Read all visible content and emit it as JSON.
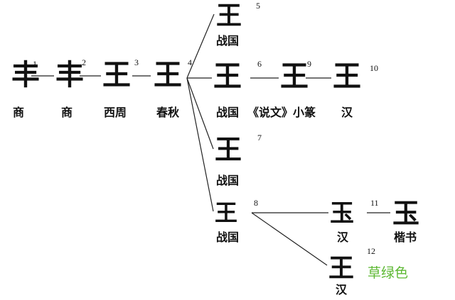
{
  "nodes": [
    {
      "id": "1",
      "glyph": "丰",
      "label": "商"
    },
    {
      "id": "2",
      "glyph": "丰",
      "label": "商"
    },
    {
      "id": "3",
      "glyph": "王",
      "label": "西周"
    },
    {
      "id": "4",
      "glyph": "王",
      "label": "春秋"
    },
    {
      "id": "5",
      "glyph": "王",
      "label": "战国"
    },
    {
      "id": "6",
      "glyph": "王",
      "label": "战国"
    },
    {
      "id": "9",
      "glyph": "王",
      "label": "《说文》小篆"
    },
    {
      "id": "10",
      "glyph": "王",
      "label": "汉"
    },
    {
      "id": "7",
      "glyph": "王",
      "label": "战国"
    },
    {
      "id": "8",
      "glyph": "王",
      "label": "战国"
    },
    {
      "id": "11",
      "glyph": "玉",
      "label": "汉"
    },
    {
      "id": "11b",
      "glyph": "玉",
      "label": "楷书"
    },
    {
      "id": "12",
      "glyph": "王",
      "label": "汉"
    }
  ],
  "numbers": [
    "1",
    "2",
    "3",
    "4",
    "5",
    "6",
    "9",
    "10",
    "7",
    "8",
    "11",
    "12"
  ],
  "note": {
    "text": "草绿色",
    "color": "#5cb832"
  },
  "line_color": "#222222"
}
